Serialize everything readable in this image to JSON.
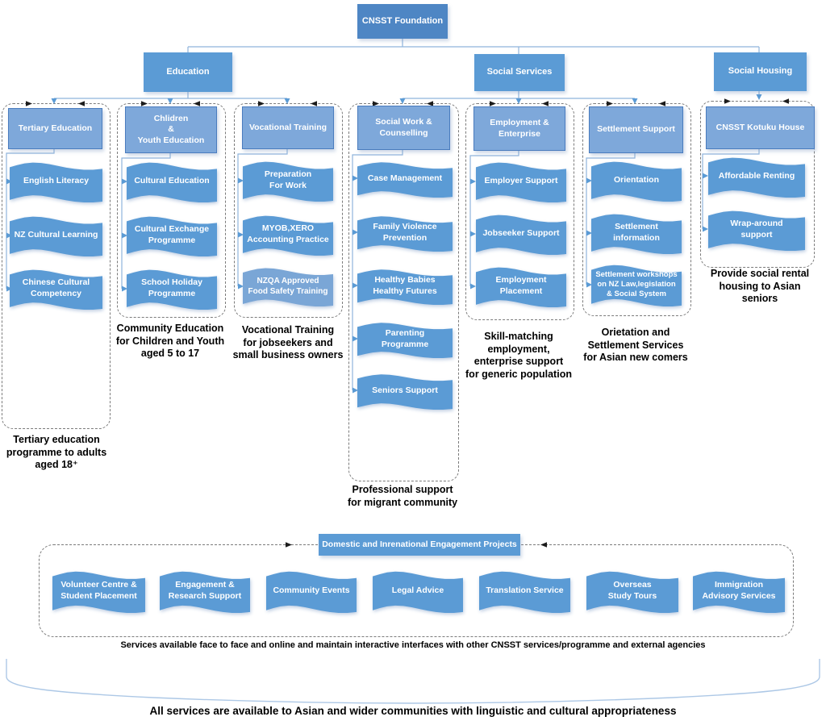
{
  "root": {
    "label": "CNSST Foundation"
  },
  "branches": [
    {
      "label": "Education"
    },
    {
      "label": "Social Services"
    },
    {
      "label": "Social Housing"
    }
  ],
  "columns": [
    {
      "header": "Tertiary Education",
      "items": [
        "English Literacy",
        "NZ Cultural Learning",
        "Chinese Cultural\nCompetency"
      ],
      "caption": "Tertiary education\nprogramme to adults\naged 18⁺"
    },
    {
      "header": "Chlidren\n&\nYouth Education",
      "items": [
        "Cultural Education",
        "Cultural Exchange\nProgramme",
        "School Holiday\nProgramme"
      ],
      "caption": "Community Education\nfor Children and Youth\naged 5 to 17"
    },
    {
      "header": "Vocational Training",
      "items": [
        "Preparation\nFor Work",
        "MYOB,XERO\nAccounting Practice",
        "NZQA Approved\nFood Safety Training"
      ],
      "caption": "Vocational Training\nfor jobseekers and\nsmall business owners"
    },
    {
      "header": "Social Work &\nCounselling",
      "items": [
        "Case Management",
        "Family Violence\nPrevention",
        "Healthy Babies\nHealthy Futures",
        "Parenting\nProgramme",
        "Seniors Support"
      ],
      "caption": "Professional support\nfor migrant community"
    },
    {
      "header": "Employment &\nEnterprise",
      "items": [
        "Employer Support",
        "Jobseeker Support",
        "Employment\nPlacement"
      ],
      "caption": "Skill-matching\nemployment,\nenterprise support\nfor generic population"
    },
    {
      "header": "Settlement Support",
      "items": [
        "Orientation",
        "Settlement\ninformation",
        "Settlement workshops\non NZ Law,legislation\n& Social System"
      ],
      "caption": "Orietation and\nSettlement Services\nfor Asian new comers"
    },
    {
      "header": "CNSST Kotuku House",
      "items": [
        "Affordable Renting",
        "Wrap-around\nsupport"
      ],
      "caption": "Provide social rental\nhousing to Asian seniors"
    }
  ],
  "engagement": {
    "title": "Domestic and Inrenational Engagement Projects",
    "items": [
      "Volunteer Centre &\nStudent Placement",
      "Engagement &\nResearch Support",
      "Community Events",
      "Legal Advice",
      "Translation Service",
      "Overseas\nStudy Tours",
      "Immigration\nAdvisory Services"
    ],
    "caption": "Services available face to face and online and maintain interactive interfaces with other CNSST services/programme and external agencies"
  },
  "footer": {
    "text": "All services are available to Asian and wider communities with linguistic and cultural appropriateness"
  },
  "colors": {
    "primary_blue": "#5b9bd5",
    "header_blue": "#7ea8da",
    "root_blue": "#4e86c4",
    "light_flag_blue": "#7aa6d6"
  }
}
